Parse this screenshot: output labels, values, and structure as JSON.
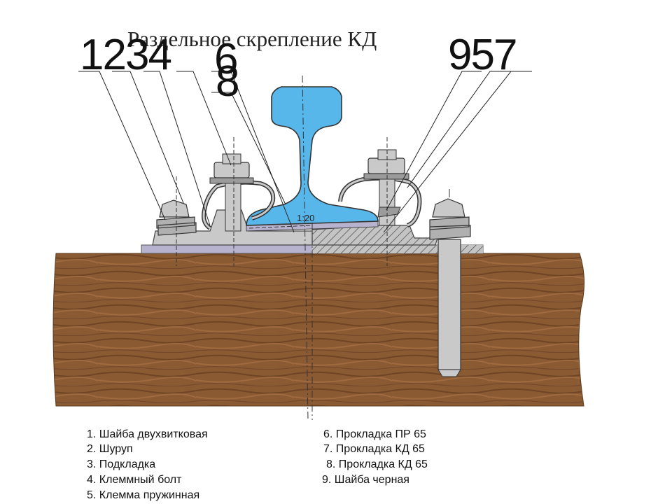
{
  "title": "Раздельное скрепление КД",
  "callouts": {
    "left": "1234",
    "left_six": "6",
    "left_eight": "8",
    "right": "957"
  },
  "slope_label": "1:20",
  "colors": {
    "rail": "#57b6ea",
    "wood": "#8a5a33",
    "metal": "#c9c9c9",
    "pad": "#b7b3cf"
  },
  "legend": [
    "1. Шайба двухвитковая",
    "2. Шуруп",
    "3. Подкладка",
    "4. Клеммный болт",
    "5. Клемма пружинная",
    "6. Прокладка ПР 65",
    "7. Прокладка КД 65",
    "8. Прокладка КД 65",
    "9. Шайба черная"
  ]
}
